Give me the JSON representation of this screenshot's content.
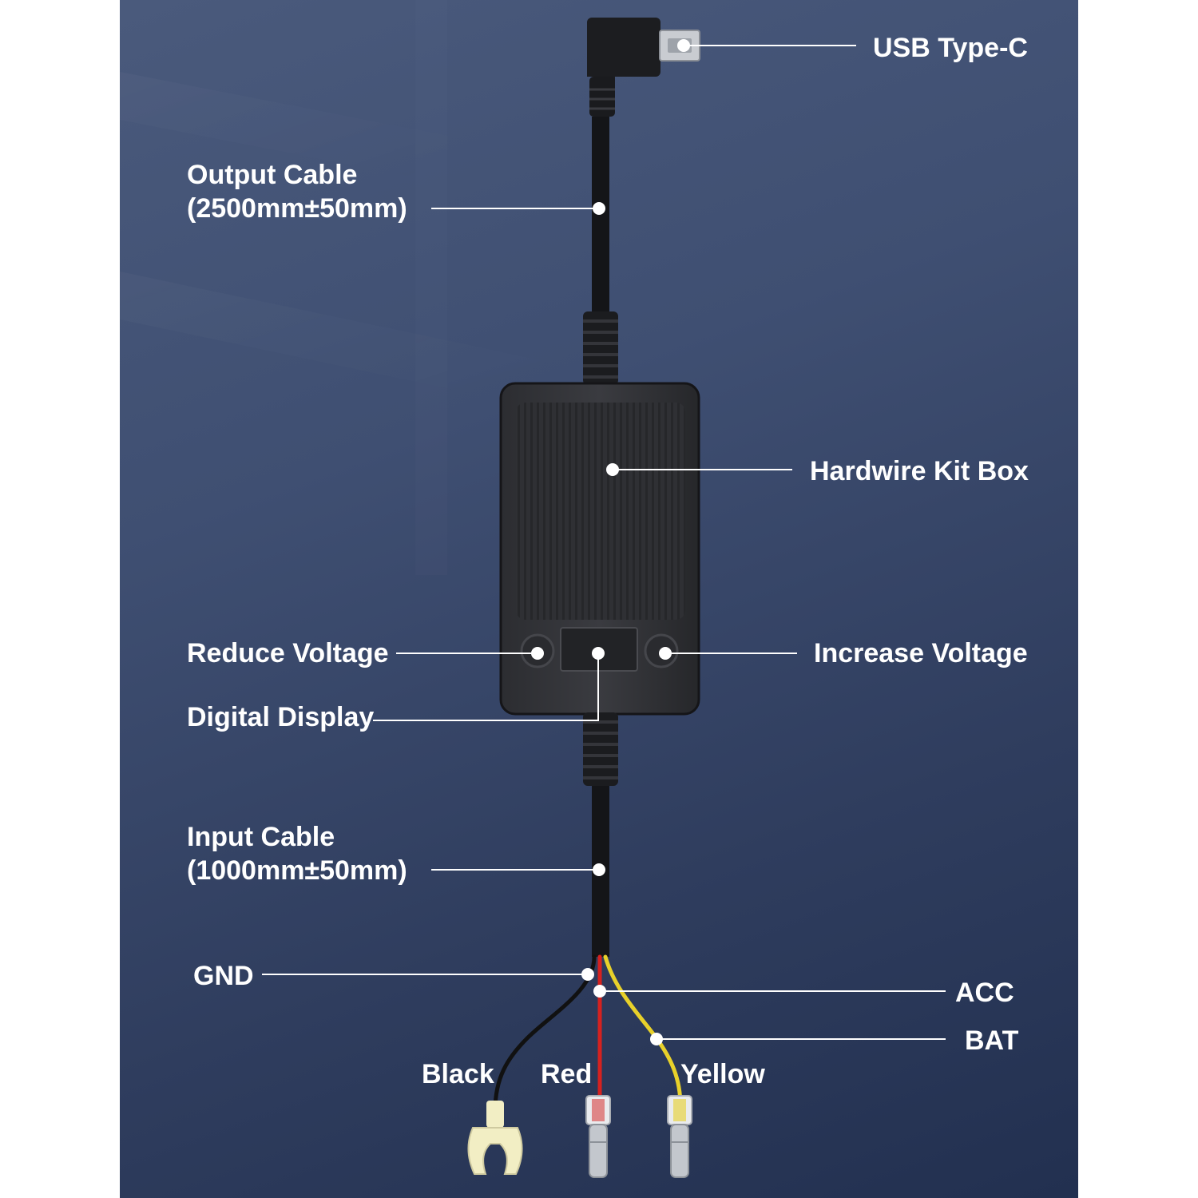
{
  "labels": {
    "usb_type_c": "USB Type-C",
    "output_cable_line1": "Output Cable",
    "output_cable_line2": "(2500mm±50mm)",
    "hardwire_kit_box": "Hardwire Kit Box",
    "reduce_voltage": "Reduce Voltage",
    "increase_voltage": "Increase Voltage",
    "digital_display": "Digital Display",
    "input_cable_line1": "Input Cable",
    "input_cable_line2": "(1000mm±50mm)",
    "gnd": "GND",
    "acc": "ACC",
    "bat": "BAT",
    "black": "Black",
    "red": "Red",
    "yellow": "Yellow"
  },
  "colors": {
    "wire_black": "#111111",
    "wire_red": "#d6211f",
    "wire_yellow": "#e8d12a",
    "box": "#2a2b2e",
    "text": "#ffffff"
  }
}
